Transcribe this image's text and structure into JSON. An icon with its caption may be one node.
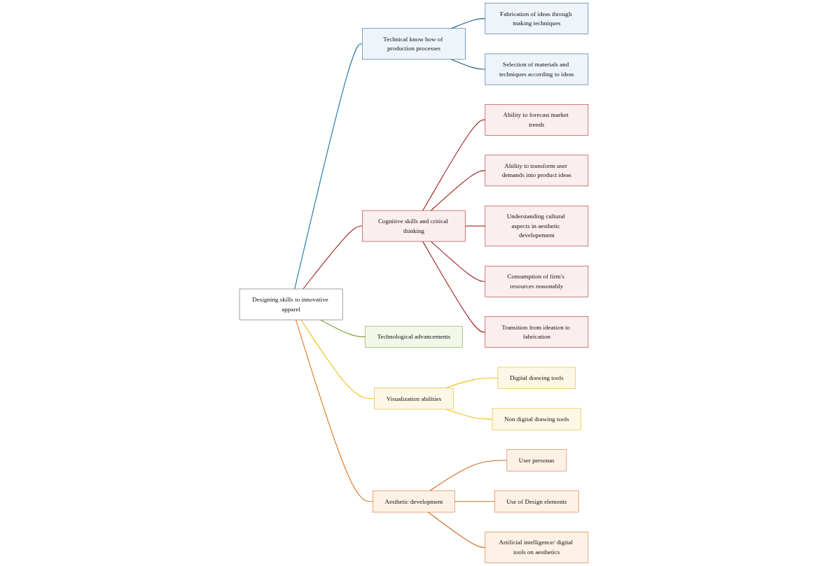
{
  "diagram": {
    "nodes": [
      {
        "text": [
          "Designing skills to innovative apparel"
        ]
      },
      {
        "text": [
          "Technical know how of production processes"
        ]
      },
      {
        "text": [
          "Fabrication of ideas through making techniques"
        ]
      },
      {
        "text": [
          "Selection of materials and techniques according to ideas"
        ]
      },
      {
        "text": [
          "Cognitive skills and critical thinking"
        ]
      },
      {
        "text": [
          "Ability to forecast market trends"
        ]
      },
      {
        "text": [
          "Ability to transform user demands into product ideas"
        ]
      },
      {
        "text": [
          "Understanding cultural aspects in aesthetic developement"
        ]
      },
      {
        "text": [
          "Consumption of firm's resources reasonably"
        ]
      },
      {
        "text": [
          "Transition from ideation to fabrication"
        ]
      },
      {
        "text": [
          "Technological advancements"
        ]
      },
      {
        "text": [
          "Visualization abilities"
        ]
      },
      {
        "text": [
          "Digital  drawing tools"
        ]
      },
      {
        "text": [
          "Non digital drawing tools"
        ]
      },
      {
        "text": [
          "Aesthetic development"
        ]
      },
      {
        "text": [
          "User personas"
        ]
      },
      {
        "text": [
          "Use of Design elements"
        ]
      },
      {
        "text": [
          "Artificial intelligence/ digital tools on aesthetics"
        ]
      }
    ],
    "edges": [
      {
        "from": 0,
        "to": 1,
        "arrow": "none",
        "color": "#1f74a8"
      },
      {
        "from": 1,
        "to": 2,
        "arrow": "none",
        "color": "#1f5a8a"
      },
      {
        "from": 1,
        "to": 3,
        "arrow": "none",
        "color": "#1f5a8a"
      },
      {
        "from": 0,
        "to": 4,
        "arrow": "none"
      },
      {
        "from": 4,
        "to": 5,
        "arrow": "none"
      },
      {
        "from": 4,
        "to": 6,
        "arrow": "none"
      },
      {
        "from": 4,
        "to": 7,
        "arrow": "none"
      },
      {
        "from": 4,
        "to": 8,
        "arrow": "none"
      },
      {
        "from": 4,
        "to": 9,
        "arrow": "none"
      },
      {
        "from": 0,
        "to": 10,
        "arrow": "none",
        "color": "#7aa030"
      },
      {
        "from": 0,
        "to": 11,
        "arrow": "none",
        "color": "#f0c020"
      },
      {
        "from": 11,
        "to": 12,
        "arrow": "none",
        "color": "#f0c020"
      },
      {
        "from": 11,
        "to": 13,
        "arrow": "none",
        "color": "#f0c020"
      },
      {
        "from": 0,
        "to": 14,
        "arrow": "none",
        "color": "#e07820"
      },
      {
        "from": 14,
        "to": 15,
        "arrow": "none",
        "color": "#d06a20"
      },
      {
        "from": 14,
        "to": 16,
        "arrow": "none",
        "color": "#d06a20"
      },
      {
        "from": 14,
        "to": 17,
        "arrow": "none",
        "color": "#d06a20"
      }
    ]
  }
}
